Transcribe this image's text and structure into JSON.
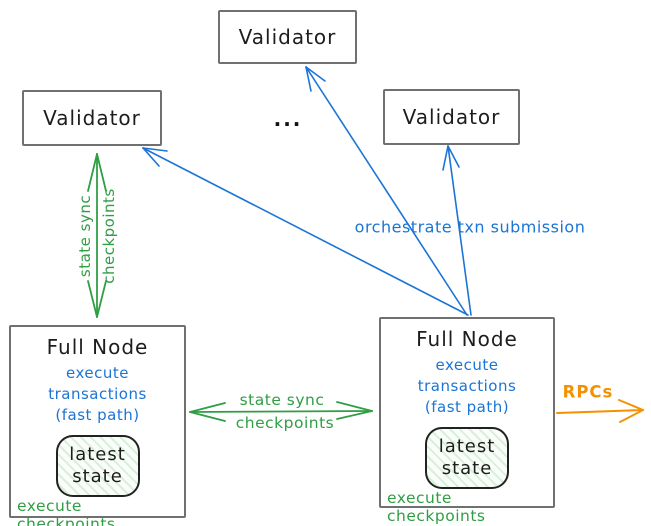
{
  "colors": {
    "blue": "#1b74d6",
    "green": "#2f9e44",
    "orange": "#f59000",
    "box_border": "#707070",
    "ink": "#1d1d1d",
    "state_hatch": "#d8f0da",
    "state_bg": "#fafdfa"
  },
  "nodes": {
    "validator_top": {
      "label": "Validator"
    },
    "validator_left": {
      "label": "Validator"
    },
    "validator_right": {
      "label": "Validator"
    },
    "ellipsis": "...",
    "full_node_left": {
      "title": "Full Node",
      "exec_transactions": "execute transactions",
      "fast_path": "(fast path)",
      "state_line1": "latest",
      "state_line2": "state",
      "exec_checkpoints": "execute checkpoints"
    },
    "full_node_right": {
      "title": "Full Node",
      "exec_transactions": "execute transactions",
      "fast_path": "(fast path)",
      "state_line1": "latest",
      "state_line2": "state",
      "exec_checkpoints": "execute checkpoints"
    }
  },
  "edges": {
    "state_sync_vertical": {
      "label_line1": "state sync",
      "label_line2": "checkpoints",
      "direction": "bidirectional"
    },
    "state_sync_horizontal": {
      "label_line1": "state sync",
      "label_line2": "checkpoints",
      "direction": "bidirectional"
    },
    "orchestrate": {
      "label": "orchestrate txn submission",
      "direction": "full-node-to-validators"
    },
    "rpcs": {
      "label": "RPCs",
      "direction": "outgoing-right"
    }
  }
}
